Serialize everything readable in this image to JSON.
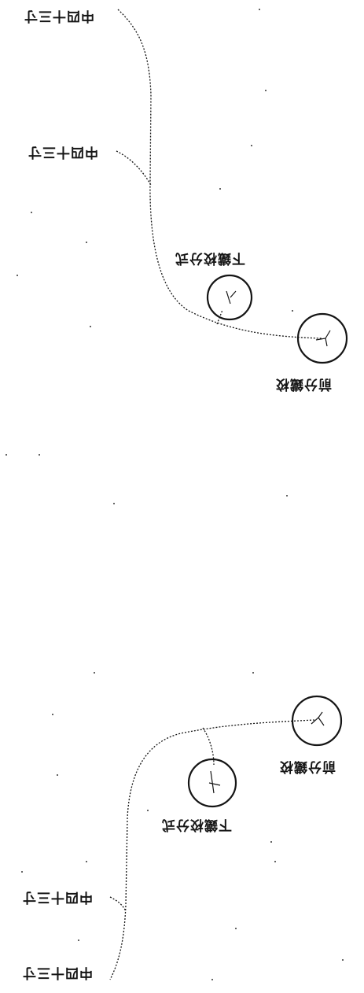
{
  "labels": {
    "top_1": "中四十三寸",
    "top_2": "中四十三寸",
    "top_node_small": "下鐵校分式",
    "top_node_large": "前分鐵校",
    "bottom_node_large": "前分鐵校",
    "bottom_node_small": "下鐵校分式",
    "bottom_1": "中四十三寸",
    "bottom_2": "中四十三寸"
  },
  "colors": {
    "ink": "#151515",
    "paper": "#ffffff"
  }
}
